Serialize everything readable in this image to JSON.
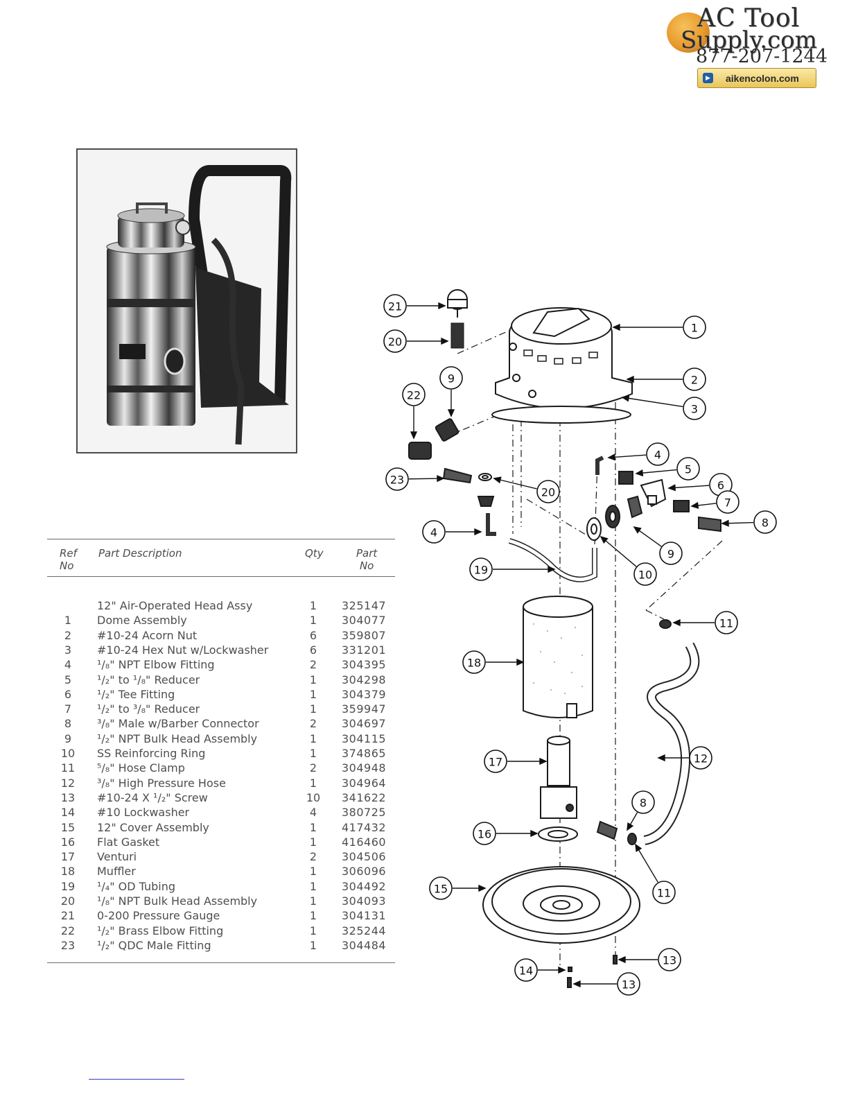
{
  "logo": {
    "line1": "AC Tool",
    "line2": "Supply.com",
    "phone": "877-207-1244",
    "site": "aikencolon.com"
  },
  "table": {
    "headers": {
      "ref": "Ref\nNo",
      "desc": "Part Description",
      "qty": "Qty",
      "pn": "Part\nNo"
    },
    "rows": [
      {
        "ref": "",
        "desc": "12\" Air-Operated Head Assy",
        "qty": "1",
        "pn": "325147"
      },
      {
        "ref": "1",
        "desc": "Dome Assembly",
        "qty": "1",
        "pn": "304077"
      },
      {
        "ref": "2",
        "desc": "#10-24 Acorn Nut",
        "qty": "6",
        "pn": "359807"
      },
      {
        "ref": "3",
        "desc": "#10-24 Hex Nut w/Lockwasher",
        "qty": "6",
        "pn": "331201"
      },
      {
        "ref": "4",
        "desc": "¹/₈\" NPT Elbow Fitting",
        "qty": "2",
        "pn": "304395"
      },
      {
        "ref": "5",
        "desc": "¹/₂\" to ¹/₈\" Reducer",
        "qty": "1",
        "pn": "304298"
      },
      {
        "ref": "6",
        "desc": "¹/₂\" Tee Fitting",
        "qty": "1",
        "pn": "304379"
      },
      {
        "ref": "7",
        "desc": "¹/₂\" to ³/₈\" Reducer",
        "qty": "1",
        "pn": "359947"
      },
      {
        "ref": "8",
        "desc": "³/₈\" Male w/Barber Connector",
        "qty": "2",
        "pn": "304697"
      },
      {
        "ref": "9",
        "desc": "¹/₂\" NPT Bulk Head Assembly",
        "qty": "1",
        "pn": "304115"
      },
      {
        "ref": "10",
        "desc": "SS Reinforcing Ring",
        "qty": "1",
        "pn": "374865"
      },
      {
        "ref": "11",
        "desc": "⁵/₈\" Hose Clamp",
        "qty": "2",
        "pn": "304948"
      },
      {
        "ref": "12",
        "desc": "³/₈\" High Pressure Hose",
        "qty": "1",
        "pn": "304964"
      },
      {
        "ref": "13",
        "desc": "#10-24 X ¹/₂\" Screw",
        "qty": "10",
        "pn": "341622"
      },
      {
        "ref": "14",
        "desc": "#10 Lockwasher",
        "qty": "4",
        "pn": "380725"
      },
      {
        "ref": "15",
        "desc": "12\" Cover Assembly",
        "qty": "1",
        "pn": "417432"
      },
      {
        "ref": "16",
        "desc": "Flat Gasket",
        "qty": "1",
        "pn": "416460"
      },
      {
        "ref": "17",
        "desc": "Venturi",
        "qty": "2",
        "pn": "304506"
      },
      {
        "ref": "18",
        "desc": "Muffler",
        "qty": "1",
        "pn": "306096"
      },
      {
        "ref": "19",
        "desc": "¹/₄\" OD Tubing",
        "qty": "1",
        "pn": "304492"
      },
      {
        "ref": "20",
        "desc": "¹/₈\" NPT Bulk Head Assembly",
        "qty": "1",
        "pn": "304093"
      },
      {
        "ref": "21",
        "desc": "0-200 Pressure Gauge",
        "qty": "1",
        "pn": "304131"
      },
      {
        "ref": "22",
        "desc": "¹/₂\" Brass Elbow Fitting",
        "qty": "1",
        "pn": "325244"
      },
      {
        "ref": "23",
        "desc": "¹/₂\" QDC Male Fitting",
        "qty": "1",
        "pn": "304484"
      }
    ]
  },
  "diagram": {
    "callouts": [
      "21",
      "20",
      "1",
      "2",
      "3",
      "9",
      "22",
      "4",
      "5",
      "6",
      "23",
      "20",
      "7",
      "8",
      "4",
      "9",
      "10",
      "19",
      "11",
      "18",
      "12",
      "17",
      "8",
      "16",
      "11",
      "15",
      "13",
      "14",
      "13"
    ]
  }
}
